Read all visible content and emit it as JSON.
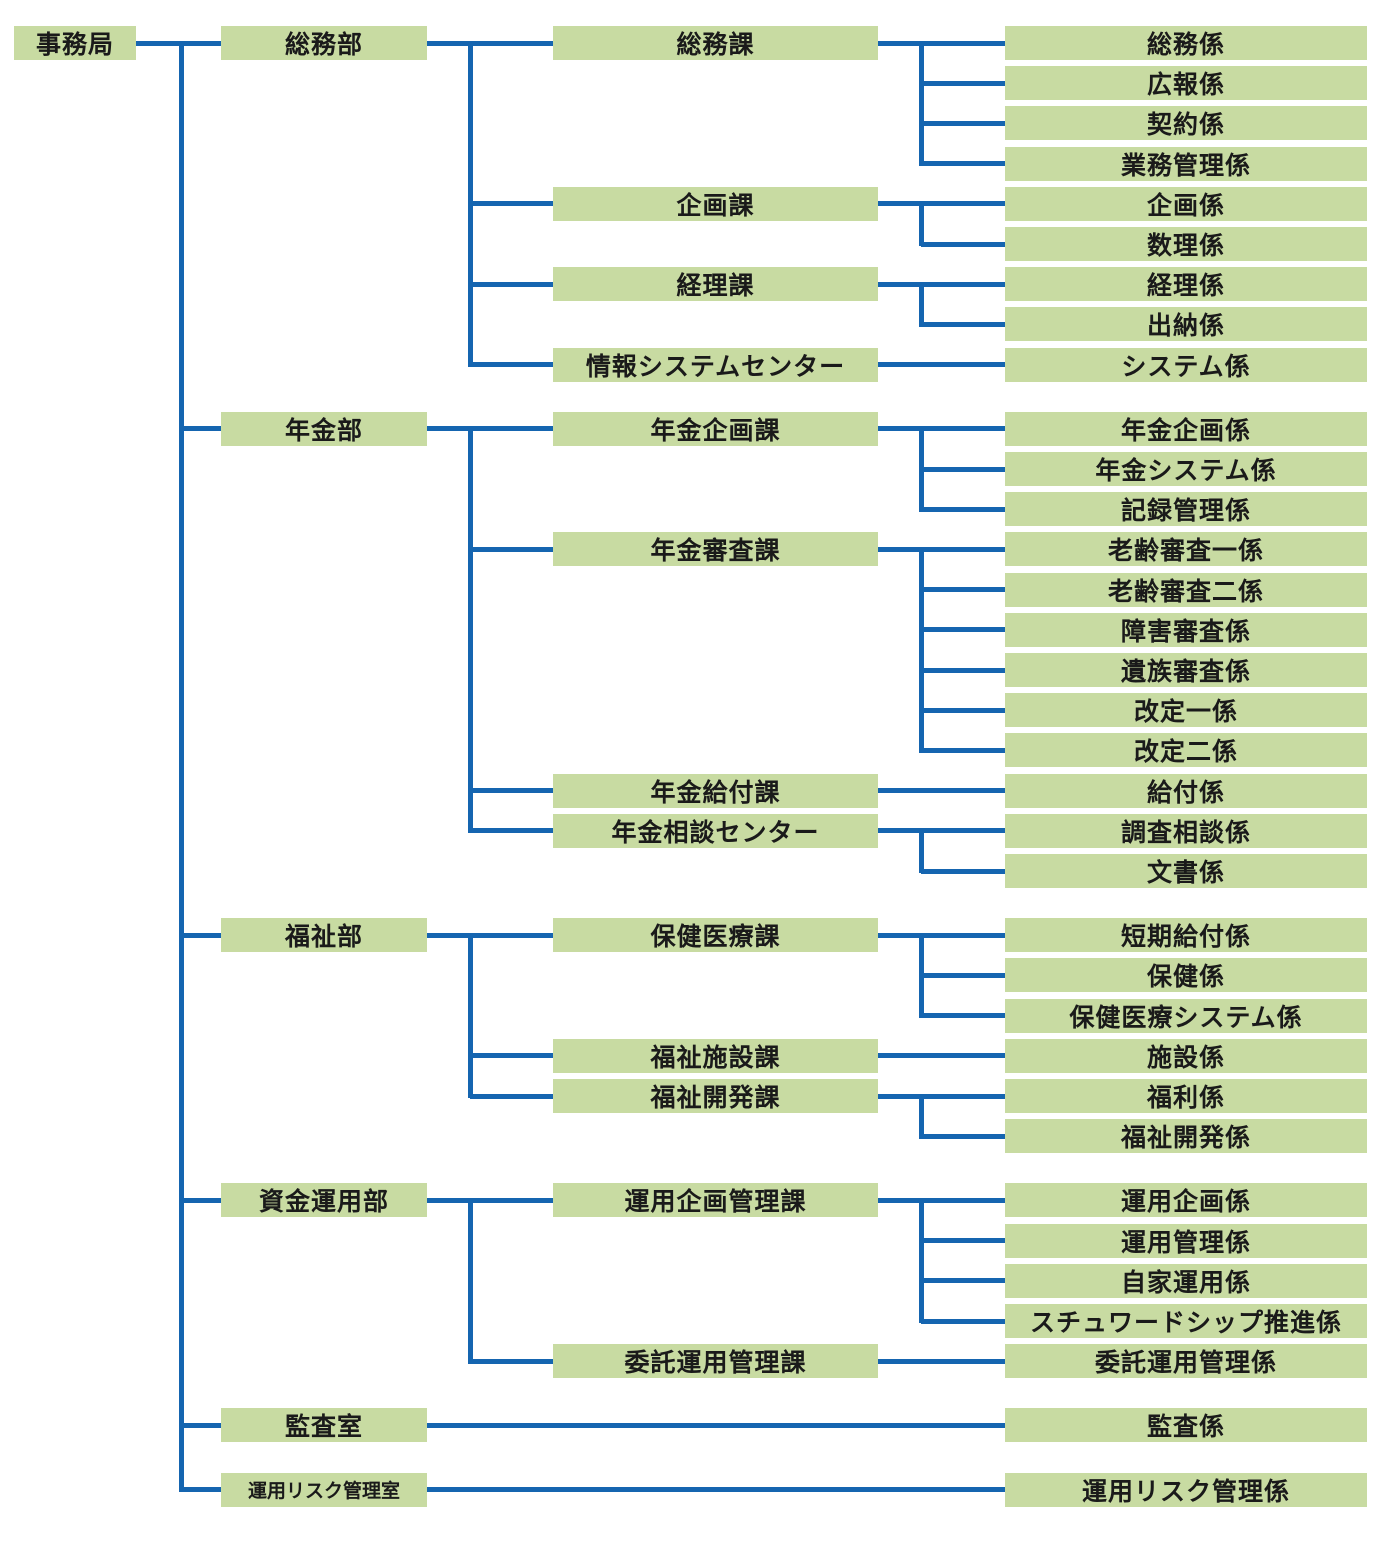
{
  "root": "事務局",
  "departments": [
    {
      "name": "総務部",
      "sections": [
        {
          "name": "総務課",
          "units": [
            "総務係",
            "広報係",
            "契約係",
            "業務管理係"
          ]
        },
        {
          "name": "企画課",
          "units": [
            "企画係",
            "数理係"
          ]
        },
        {
          "name": "経理課",
          "units": [
            "経理係",
            "出納係"
          ]
        },
        {
          "name": "情報システムセンター",
          "units": [
            "システム係"
          ]
        }
      ]
    },
    {
      "name": "年金部",
      "sections": [
        {
          "name": "年金企画課",
          "units": [
            "年金企画係",
            "年金システム係",
            "記録管理係"
          ]
        },
        {
          "name": "年金審査課",
          "units": [
            "老齢審査一係",
            "老齢審査二係",
            "障害審査係",
            "遺族審査係",
            "改定一係",
            "改定二係"
          ]
        },
        {
          "name": "年金給付課",
          "units": [
            "給付係"
          ]
        },
        {
          "name": "年金相談センター",
          "units": [
            "調査相談係",
            "文書係"
          ]
        }
      ]
    },
    {
      "name": "福祉部",
      "sections": [
        {
          "name": "保健医療課",
          "units": [
            "短期給付係",
            "保健係",
            "保健医療システム係"
          ]
        },
        {
          "name": "福祉施設課",
          "units": [
            "施設係"
          ]
        },
        {
          "name": "福祉開発課",
          "units": [
            "福利係",
            "福祉開発係"
          ]
        }
      ]
    },
    {
      "name": "資金運用部",
      "sections": [
        {
          "name": "運用企画管理課",
          "units": [
            "運用企画係",
            "運用管理係",
            "自家運用係",
            "スチュワードシップ推進係"
          ]
        },
        {
          "name": "委託運用管理課",
          "units": [
            "委託運用管理係"
          ]
        }
      ]
    },
    {
      "name": "監査室",
      "sections": [
        {
          "name": "",
          "units": [
            "監査係"
          ]
        }
      ]
    },
    {
      "name": "運用リスク管理室",
      "sections": [
        {
          "name": "",
          "units": [
            "運用リスク管理係"
          ]
        }
      ]
    }
  ],
  "colors": {
    "box": "#c8dba2",
    "line": "#1565b0",
    "text": "#1a1a1a"
  }
}
